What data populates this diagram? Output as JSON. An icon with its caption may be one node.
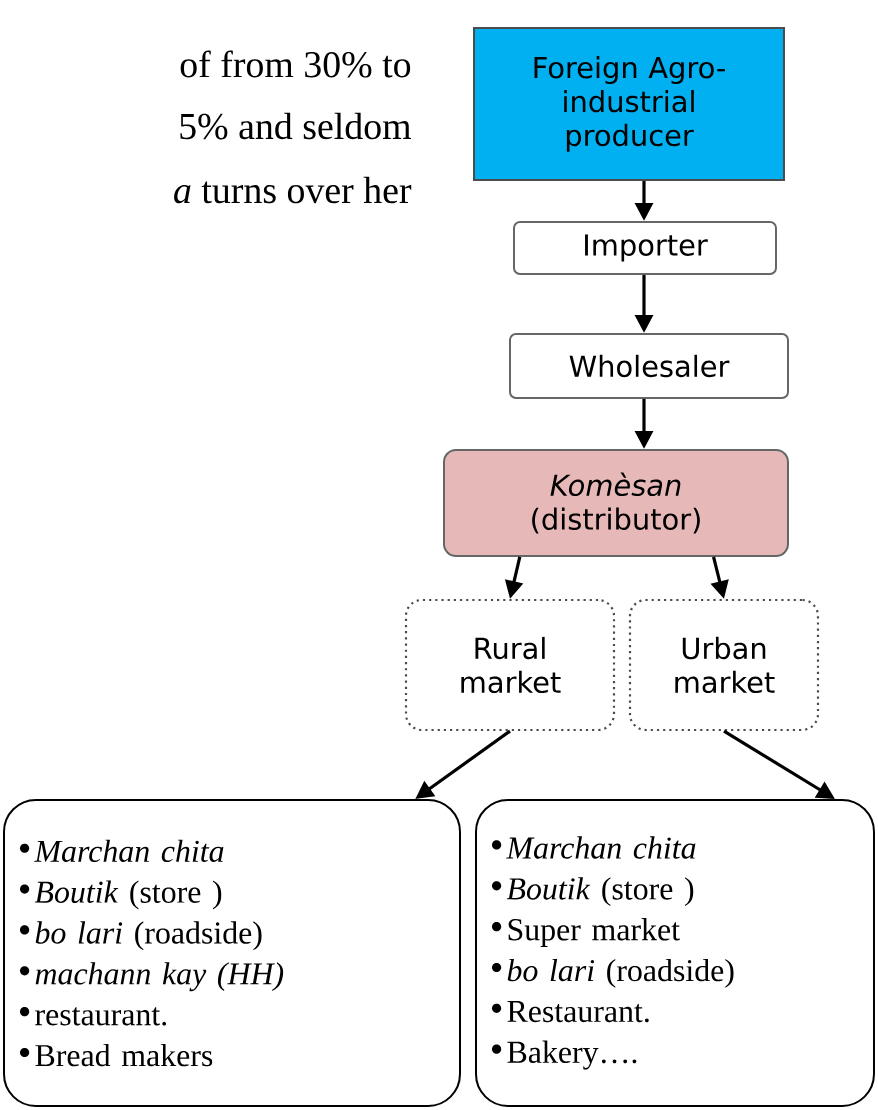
{
  "diagram": {
    "nodes": [
      {
        "text": [
          "Foreign Agro-industrial producer"
        ]
      },
      {
        "text": [
          "Importer"
        ]
      },
      {
        "text": [
          "Wholesaler"
        ]
      },
      {
        "text": [
          "*Komèsan* (distributor)"
        ]
      },
      {
        "text": [
          "Rural market"
        ]
      },
      {
        "text": [
          "Urban market"
        ]
      },
      {
        "text": [
          "*Marchan chita*",
          "*Boutik* (store )",
          "*bo lari*  (roadside)",
          "*machann kay (HH)*",
          "restaurant.",
          "Bread makers"
        ]
      },
      {
        "text": [
          "*Marchan chita*",
          "*Boutik* (store )",
          "Super market",
          "*bo lari*  (roadside)",
          "Restaurant.",
          "Bakery…."
        ]
      }
    ],
    "edges": [
      {
        "from": 0,
        "to": 1,
        "arrow": "to"
      },
      {
        "from": 1,
        "to": 2,
        "arrow": "to"
      },
      {
        "from": 2,
        "to": 3,
        "arrow": "to"
      },
      {
        "from": 3,
        "to": 4,
        "arrow": "to"
      },
      {
        "from": 3,
        "to": 5,
        "arrow": "to"
      },
      {
        "from": 4,
        "to": 6,
        "arrow": "to"
      },
      {
        "from": 5,
        "to": 7,
        "arrow": "to"
      }
    ],
    "labels": [
      "of from 30% to",
      "5% and seldom",
      "*a* turns over her"
    ]
  }
}
